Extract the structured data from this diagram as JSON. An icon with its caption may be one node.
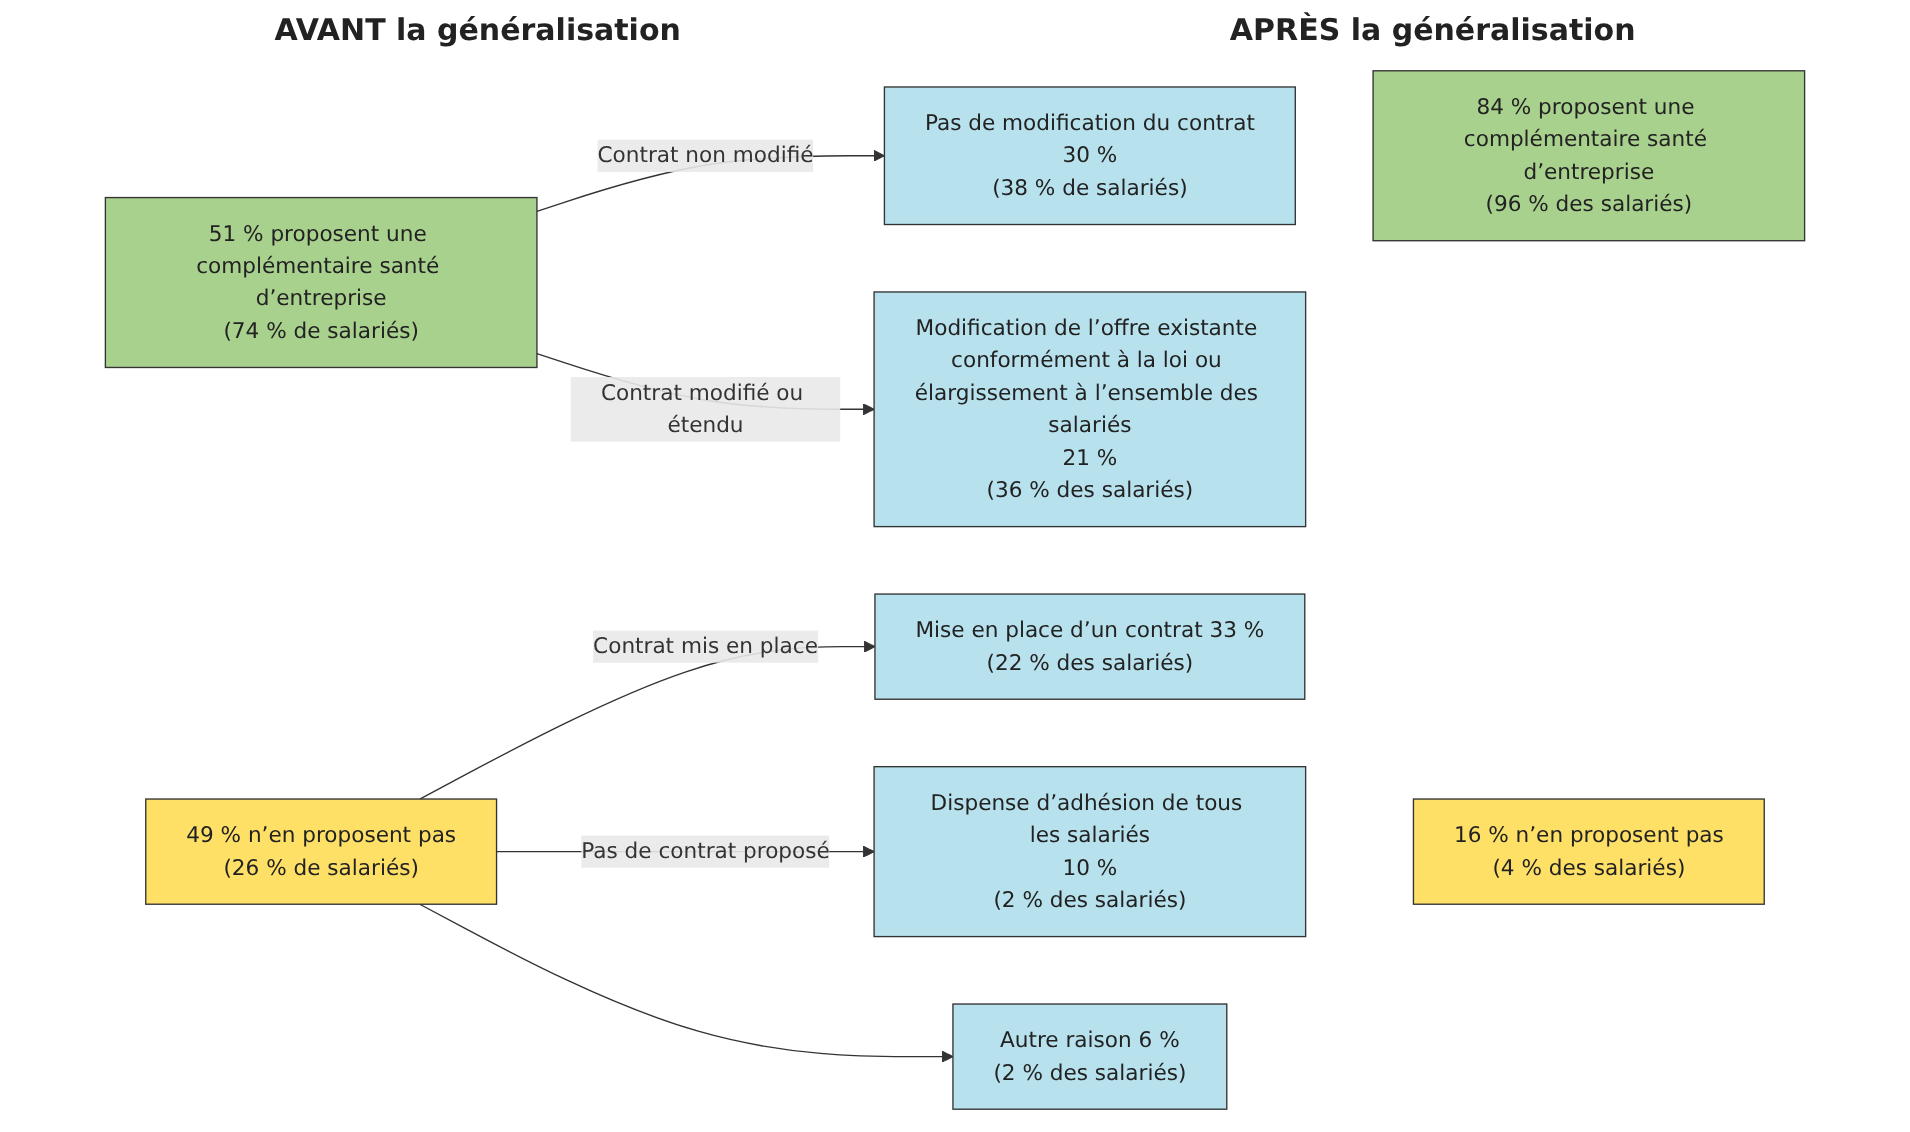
{
  "diagram": {
    "nodes": [
      {
        "text": [
          "51 % proposent une complémentaire santé d’entreprise",
          "(74 % de salariés)"
        ]
      },
      {
        "text": [
          "49 % n’en proposent pas",
          "(26 % de salariés)"
        ]
      },
      {
        "text": [
          "Pas de modification du contrat",
          "30 %",
          "(38 % de salariés)"
        ]
      },
      {
        "text": [
          "Modification de l’offre existante conformément à la loi ou élargissement à l’ensemble des salariés",
          "21 %",
          "(36 % des salariés)"
        ]
      },
      {
        "text": [
          "Mise en place d’un contrat 33 %",
          "(22 % des salariés)"
        ]
      },
      {
        "text": [
          "Dispense d’adhésion de tous les salariés",
          "10 %",
          "(2 % des salariés)"
        ]
      },
      {
        "text": [
          "Autre raison 6 %",
          "(2 % des salariés)"
        ]
      },
      {
        "text": [
          "84 % proposent une complémentaire santé d’entreprise",
          "(96 % des salariés)"
        ]
      },
      {
        "text": [
          "16 % n’en proposent pas",
          "(4 % des salariés)"
        ]
      }
    ],
    "edges": [
      {
        "from": 0,
        "to": 2,
        "arrow": "to",
        "label": "Contrat non modifié"
      },
      {
        "from": 0,
        "to": 3,
        "arrow": "to",
        "label": "Contrat modifié ou étendu"
      },
      {
        "from": 1,
        "to": 4,
        "arrow": "to",
        "label": "Contrat mis en place"
      },
      {
        "from": 1,
        "to": 5,
        "arrow": "to",
        "label": "Pas de contrat proposé"
      },
      {
        "from": 1,
        "to": 6,
        "arrow": "to"
      }
    ],
    "labels": [
      "AVANT la généralisation",
      "APRÈS la généralisation"
    ]
  }
}
